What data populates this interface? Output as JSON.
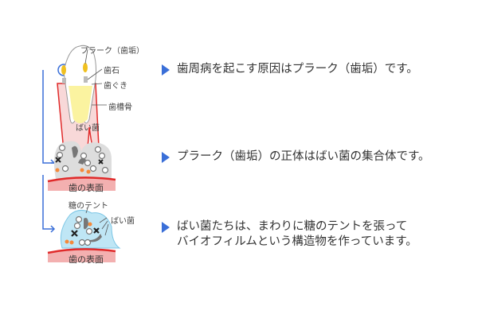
{
  "labels": {
    "plaque": "プラーク（歯垢）",
    "tartar": "歯石",
    "gum": "歯ぐき",
    "alveolar_bone": "歯槽骨",
    "bacteria_top": "ばい菌",
    "tooth_surface_1": "歯の表面",
    "sugar_tent": "糖のテント",
    "bacteria_bottom": "ばい菌",
    "tooth_surface_2": "歯の表面"
  },
  "statements": [
    {
      "lines": [
        "歯周病を起こす原因はプラーク（歯垢）です。"
      ]
    },
    {
      "lines": [
        "プラーク（歯垢）の正体はばい菌の集合体です。"
      ]
    },
    {
      "lines": [
        "ばい菌たちは、まわりに糖のテントを張って",
        "バイオフィルムという構造物を作っています。"
      ]
    }
  ],
  "colors": {
    "accent": "#3a6fd8",
    "gum": "#e02a2a",
    "plaque": "#f0c020",
    "surface": "#f3b0b0",
    "biofilm": "#bfe6f5",
    "bacteria_orange": "#f5893a"
  }
}
